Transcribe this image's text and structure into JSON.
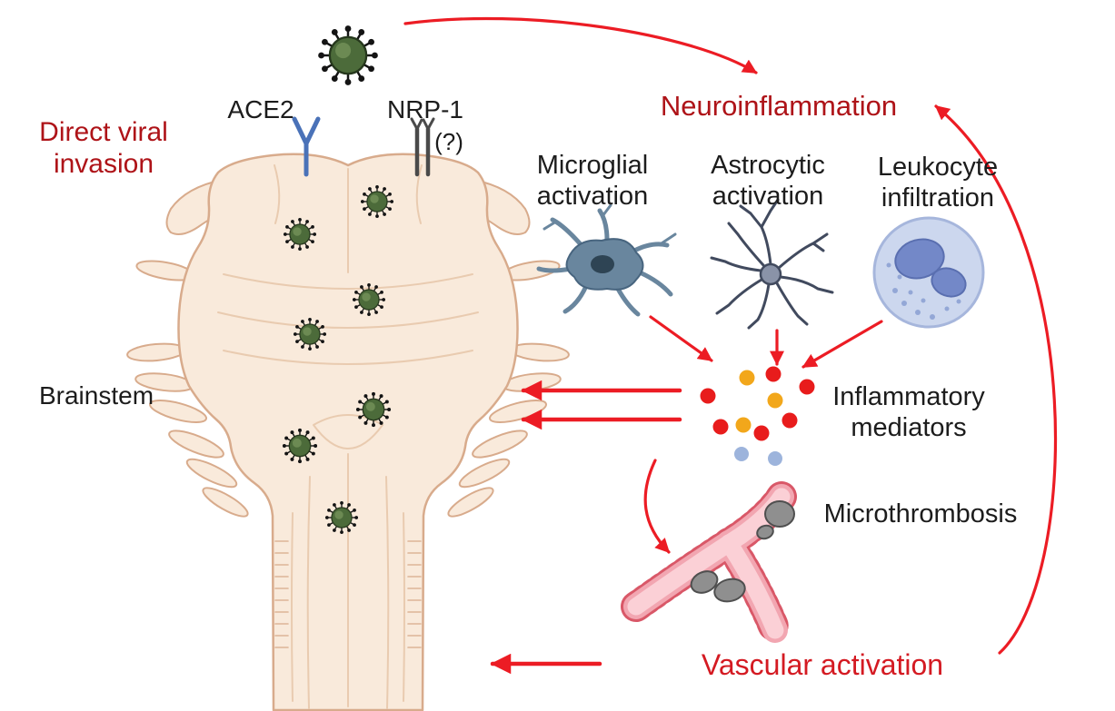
{
  "figure": {
    "description": "Mechanisms of brainstem involvement: direct viral invasion and neuroinflammation leading to inflammatory mediator release, microthrombosis and vascular activation"
  },
  "labels": {
    "ace2": "ACE2",
    "nrp1": "NRP-1",
    "nrp1_uncertainty": "(?)",
    "direct_viral_invasion": "Direct viral\ninvasion",
    "brainstem": "Brainstem",
    "neuroinflammation": "Neuroinflammation",
    "microglial_activation": "Microglial\nactivation",
    "astrocytic_activation": "Astrocytic\nactivation",
    "leukocyte_infiltration": "Leukocyte\ninfiltration",
    "inflammatory_mediators": "Inflammatory\nmediators",
    "microthrombosis": "Microthrombosis",
    "vascular_activation": "Vascular activation"
  },
  "illustrations": {
    "virion": "sars-cov-2-virion",
    "receptor_left": "ace2-receptor",
    "receptor_right": "nrp1-receptor",
    "organ": "brainstem",
    "cell_1": "microglia-cell",
    "cell_2": "astrocyte-cell",
    "cell_3": "leukocyte-cell",
    "mediators": "inflammatory-mediator-dots",
    "vessel": "thrombosed-vessel"
  },
  "mediator_dot_counts": {
    "red": 6,
    "orange": 3,
    "blue": 2
  },
  "colors": {
    "heading_red": "#ae1318",
    "accent_red": "#d41a22",
    "arrow_red": "#ec1c24",
    "text_black": "#1c1c1c",
    "virus_green": "#4c6b3a",
    "virus_green_light": "#87a468",
    "spike_black": "#141414",
    "brainstem_fill": "#f9eadb",
    "brainstem_line": "#d8ab8c",
    "brainstem_detail": "#e9cbb0",
    "ace2_blue": "#4a72b8",
    "nrp1_gray": "#4a4a4a",
    "microglia_fill": "#69869e",
    "microglia_line": "#48657f",
    "microglia_nucleus": "#2e4454",
    "astrocyte_line": "#414a5e",
    "astrocyte_soma": "#8a93a8",
    "leukocyte_fill": "#ccd7ee",
    "leukocyte_edge": "#a6b6dc",
    "leukocyte_nucleus": "#7388c8",
    "leukocyte_nucleus_edge": "#5a6fb0",
    "leukocyte_speck": "#93a7d6",
    "mediator_red": "#e81c1c",
    "mediator_orange": "#f2a71b",
    "mediator_blue": "#9db4dc",
    "vessel_dash": "#d95868",
    "vessel_outer": "#f2a6b1",
    "vessel_inner": "#fbd0d6",
    "clot_fill": "#8f8f8f",
    "clot_line": "#4f4f4f"
  }
}
